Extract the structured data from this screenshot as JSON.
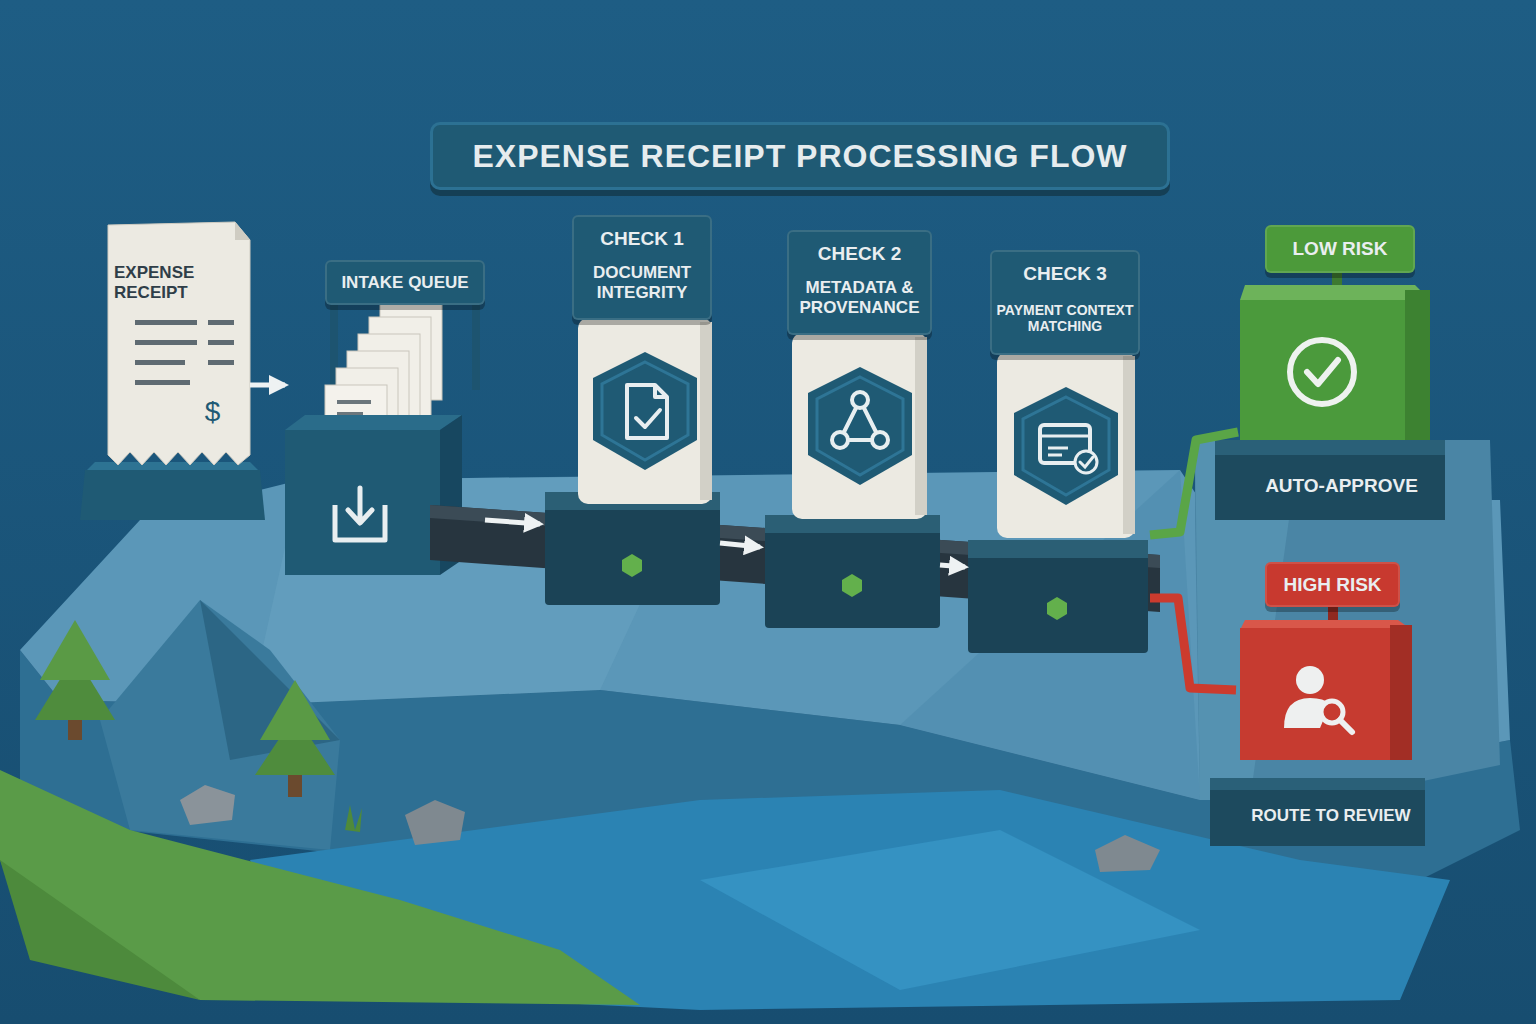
{
  "diagram": {
    "title": "EXPENSE RECEIPT PROCESSING FLOW",
    "nodes": [
      {
        "text": [
          "EXPENSE RECEIPT",
          "$"
        ]
      },
      {
        "text": [
          "INTAKE QUEUE"
        ]
      },
      {
        "text": [
          "CHECK 1",
          "DOCUMENT INTEGRITY"
        ]
      },
      {
        "text": [
          "CHECK 2",
          "METADATA & PROVENANCE"
        ]
      },
      {
        "text": [
          "CHECK 3",
          "PAYMENT CONTEXT MATCHING"
        ]
      },
      {
        "text": [
          "LOW RISK",
          "AUTO-APPROVE"
        ]
      },
      {
        "text": [
          "HIGH RISK",
          "ROUTE TO REVIEW"
        ]
      }
    ],
    "edges": [
      {
        "from": 0,
        "to": 1,
        "arrow": "to"
      },
      {
        "from": 1,
        "to": 2,
        "arrow": "to"
      },
      {
        "from": 2,
        "to": 3,
        "arrow": "to"
      },
      {
        "from": 3,
        "to": 4,
        "arrow": "to"
      },
      {
        "from": 4,
        "to": 5,
        "arrow": "none"
      },
      {
        "from": 4,
        "to": 6,
        "arrow": "none"
      }
    ]
  }
}
